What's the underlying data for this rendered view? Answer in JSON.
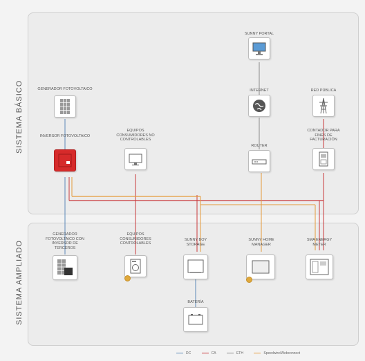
{
  "panels": {
    "basic_label": "SISTEMA BÁSICO",
    "extended_label": "SISTEMA AMPLIADO"
  },
  "nodes": {
    "sunny_portal": "SUNNY PORTAL",
    "internet": "INTERNET",
    "red_publica": "RED PÚBLICA",
    "generador_fotovoltaico": "GENERADOR FOTOVOLTAICO",
    "inversor_fotovoltaico": "INVERSOR FOTOVOLTAICO",
    "equipos_no_controlables": "EQUIPOS CONSUMIDORES NO CONTROLABLES",
    "router": "ROUTER",
    "contador": "CONTADOR PARA FINES DE FACTURACIÓN",
    "generador_fv_inversor": "GENERADOR FOTOVOLTAICO CON INVERSOR DE TERCEROS",
    "equipos_controlables": "EQUIPOS CONSUMIDORES CONTROLABLES",
    "sunny_boy_storage": "SUNNY BOY STORAGE",
    "sunny_home_manager": "SUNNY HOME MANAGER",
    "sma_energy_meter": "SMA ENERGY METER",
    "bateria": "BATERÍA"
  },
  "legend": {
    "dc": "DC",
    "ca": "CA",
    "eth": "ETH",
    "speedwire": "Speedwire/Webconnect"
  },
  "colors": {
    "dc": "#5b88b8",
    "ca": "#c8373a",
    "eth": "#8a8a8a",
    "speedwire": "#e59a3a",
    "inverter": "#d62a2a"
  },
  "icons": {
    "sunny_portal": "monitor-icon",
    "internet": "globe-icon",
    "red_publica": "power-pylon-icon",
    "generador_fotovoltaico": "solar-panel-icon",
    "inversor_fotovoltaico": "inverter-icon",
    "equipos_no_controlables": "tv-icon",
    "router": "router-icon",
    "contador": "meter-icon",
    "generador_fv_inversor": "solar-panel-icon",
    "equipos_controlables": "washing-machine-icon",
    "sunny_boy_storage": "storage-inverter-icon",
    "sunny_home_manager": "home-manager-icon",
    "sma_energy_meter": "energy-meter-icon",
    "bateria": "battery-icon"
  }
}
